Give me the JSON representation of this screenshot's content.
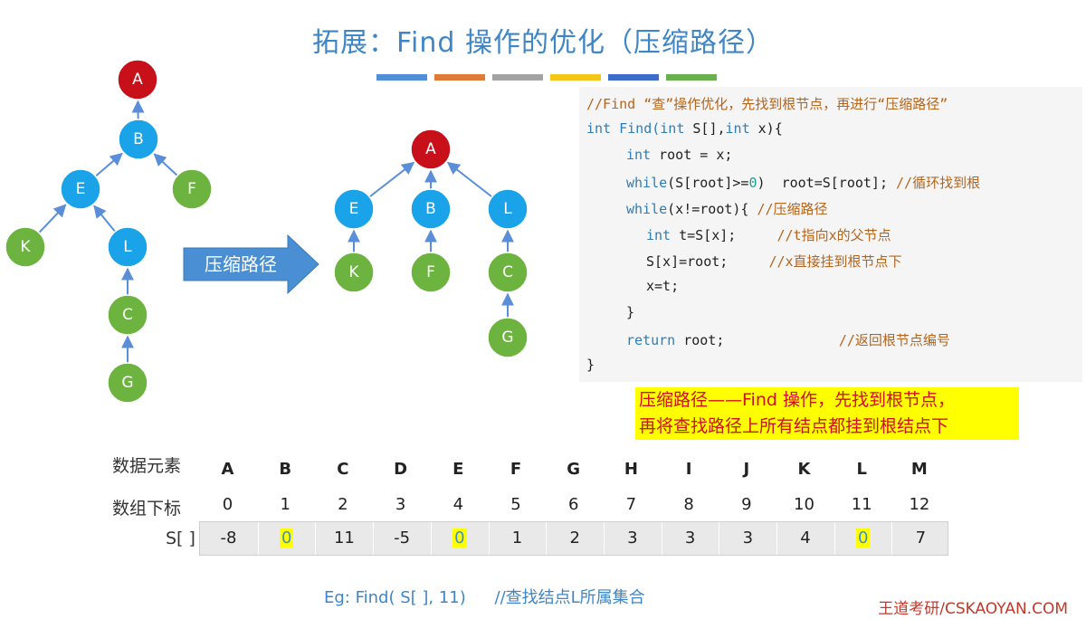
{
  "title": "拓展：Find 操作的优化（压缩路径）",
  "colors": {
    "root": "#c8101a",
    "blue_node": "#1aa3e8",
    "green_node": "#6db33f",
    "edge": "#5b8ed8",
    "bars": [
      "#4f8fd6",
      "#e07b39",
      "#a3a3a3",
      "#f5c518",
      "#3b6cc9",
      "#6ab04c"
    ]
  },
  "trees": {
    "before": {
      "nodes": [
        "A",
        "B",
        "E",
        "F",
        "K",
        "L",
        "C",
        "G"
      ]
    },
    "compress_arrow_label": "压缩路径",
    "after": {
      "nodes": [
        "A",
        "E",
        "B",
        "L",
        "K",
        "F",
        "C",
        "G"
      ]
    }
  },
  "code": {
    "line1": "//Find “查”操作优化，先找到根节点，再进行“压缩路径”",
    "line2_kw1": "int",
    "line2_fn": " Find(",
    "line2_kw2": "int",
    "line2_mid": " S[],",
    "line2_kw3": "int",
    "line2_end": " x){",
    "line3_kw": "int",
    "line3_rest": " root = x;",
    "line4_kw": "while",
    "line4_a": "(S[root]>=",
    "line4_num": "0",
    "line4_b": ")  root=S[root]; ",
    "line4_cm": "//循环找到根",
    "line5_kw": "while",
    "line5_a": "(x!=root){ ",
    "line5_cm": "//压缩路径",
    "line6_kw": "int",
    "line6_a": " t=S[x];     ",
    "line6_cm": "//t指向x的父节点",
    "line7_a": "S[x]=root;     ",
    "line7_cm": "//x直接挂到根节点下",
    "line8": "x=t;",
    "line9": "}",
    "line10_kw": "return",
    "line10_a": " root;              ",
    "line10_cm": "//返回根节点编号",
    "line11": "}"
  },
  "highlight": {
    "line1": "压缩路径——Find 操作，先找到根节点，",
    "line2": "再将查找路径上所有结点都挂到根结点下"
  },
  "table": {
    "row_labels": [
      "数据元素",
      "数组下标",
      "S[ ]"
    ],
    "elements": [
      "A",
      "B",
      "C",
      "D",
      "E",
      "F",
      "G",
      "H",
      "I",
      "J",
      "K",
      "L",
      "M"
    ],
    "indices": [
      "0",
      "1",
      "2",
      "3",
      "4",
      "5",
      "6",
      "7",
      "8",
      "9",
      "10",
      "11",
      "12"
    ],
    "s_values": [
      "-8",
      "0",
      "11",
      "-5",
      "0",
      "1",
      "2",
      "3",
      "3",
      "3",
      "4",
      "0",
      "7"
    ],
    "highlighted_indices": [
      1,
      4,
      11
    ]
  },
  "example": {
    "call": "Eg:  Find( S[ ], 11)",
    "comment": "//查找结点L所属集合"
  },
  "brand": "王道考研/CSKAOYAN.COM"
}
